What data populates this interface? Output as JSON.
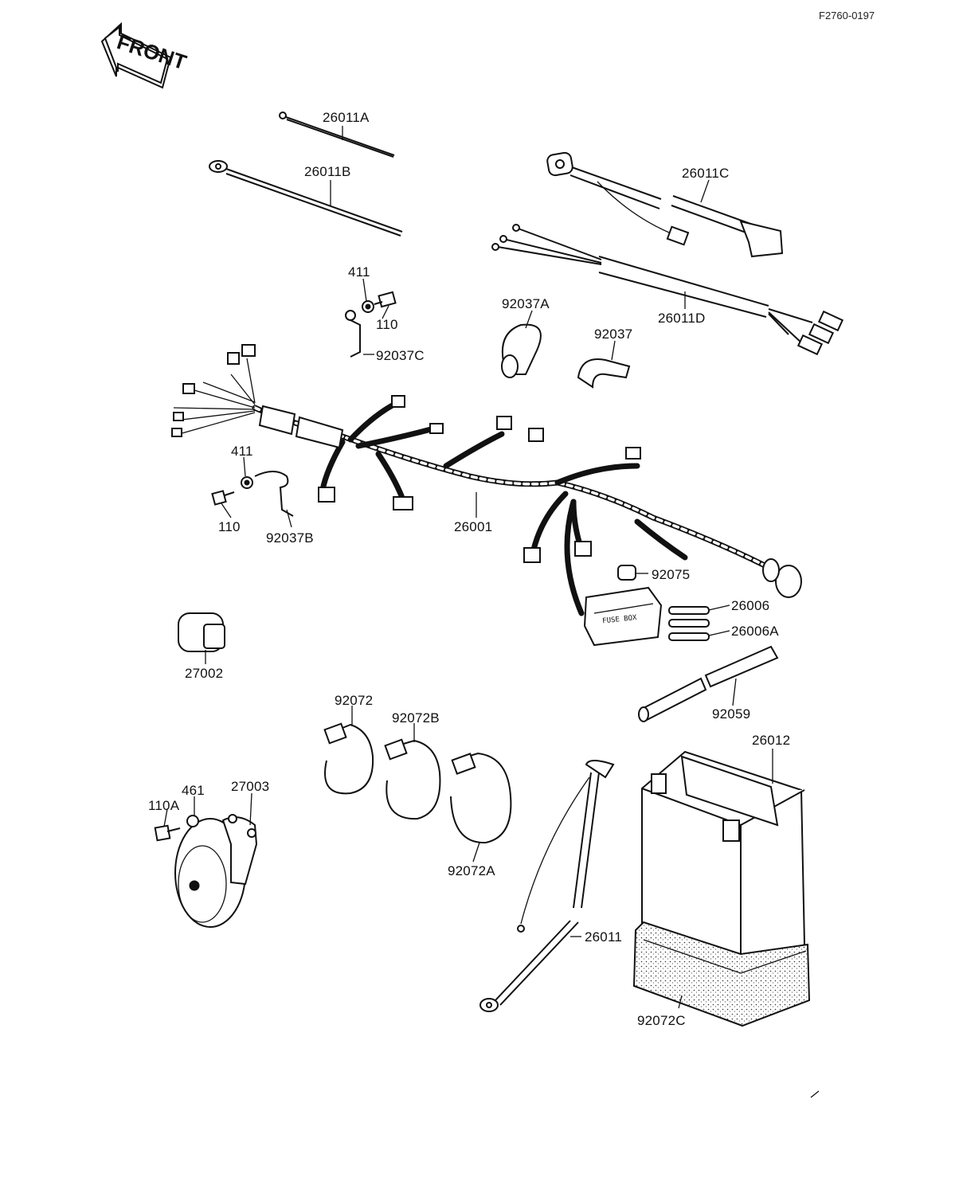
{
  "header": {
    "doc_code": "F2760-0197"
  },
  "front_badge": {
    "text": "FRONT"
  },
  "fuse_box_text": "FUSE BOX",
  "labels": {
    "p26011A": "26011A",
    "p26011B": "26011B",
    "p26011C": "26011C",
    "p26011D": "26011D",
    "p411_top": "411",
    "p110_top": "110",
    "p92037C": "92037C",
    "p92037A": "92037A",
    "p92037": "92037",
    "p411_mid": "411",
    "p110_mid": "110",
    "p92037B": "92037B",
    "p26001": "26001",
    "p92075": "92075",
    "p26006": "26006",
    "p26006A": "26006A",
    "p27002": "27002",
    "p92059": "92059",
    "p92072": "92072",
    "p92072B": "92072B",
    "p92072A": "92072A",
    "p26012": "26012",
    "p110A": "110A",
    "p461": "461",
    "p27003": "27003",
    "p26011": "26011",
    "p92072C": "92072C"
  }
}
